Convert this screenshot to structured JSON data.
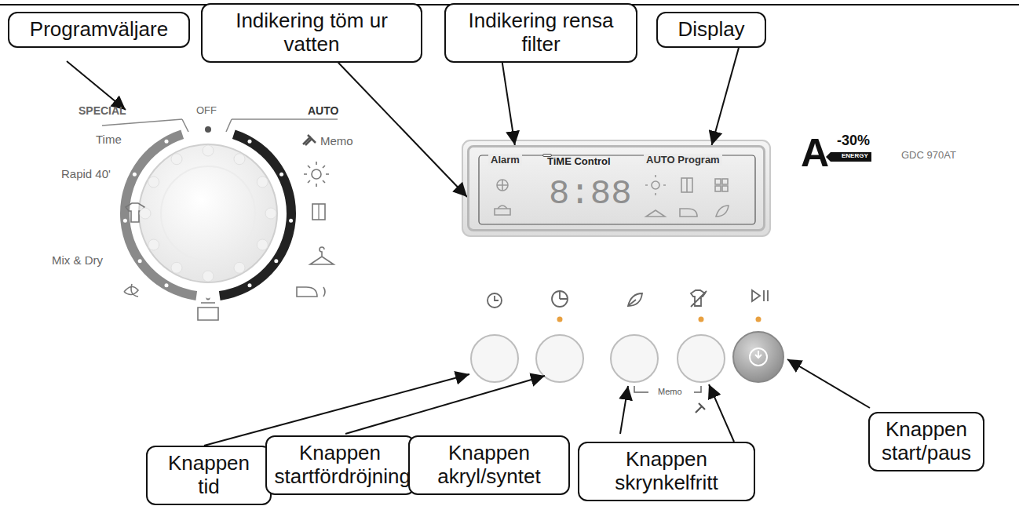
{
  "diagram": {
    "nodes": [
      {
        "text": [
          "Programväljare"
        ]
      },
      {
        "text": [
          "Indikering töm ur vatten"
        ]
      },
      {
        "text": [
          "Indikering rensa filter"
        ]
      },
      {
        "text": [
          "Display"
        ]
      },
      {
        "text": [
          "Knappen tid"
        ]
      },
      {
        "text": [
          "Knappen startfördröjning"
        ]
      },
      {
        "text": [
          "Knappen akryl/syntet"
        ]
      },
      {
        "text": [
          "Knappen skrynkelfritt"
        ]
      },
      {
        "text": [
          "Knappen start/paus"
        ]
      },
      {
        "text": [
          "Alarm",
          "AUTO Program",
          "8:88"
        ]
      },
      {
        "text": [
          "TiME Control"
        ],
        "in": 9
      }
    ],
    "edges": [
      {
        "from": 1,
        "to": 9,
        "arrow": "to"
      },
      {
        "from": 2,
        "to": 9,
        "arrow": "to"
      },
      {
        "from": 3,
        "to": 9,
        "arrow": "to"
      }
    ],
    "labels": [
      "SPECIAL",
      "OFF",
      "AUTO",
      "Time",
      "Rapid 40'",
      "Mix & Dry",
      "Memo",
      "Memo",
      "A",
      "-30%",
      "ENERGY",
      "GDC 970AT"
    ]
  }
}
